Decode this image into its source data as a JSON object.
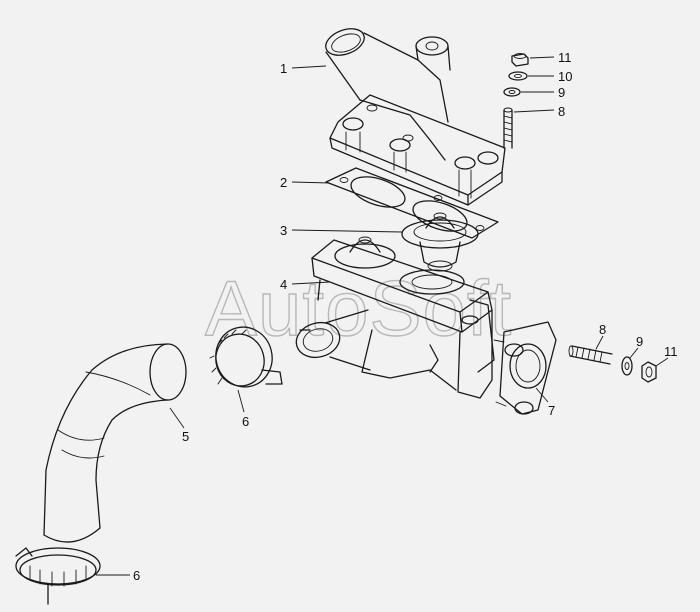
{
  "watermark": "AutoSoft",
  "callouts": [
    {
      "id": "c1",
      "text": "1"
    },
    {
      "id": "c2",
      "text": "2"
    },
    {
      "id": "c3",
      "text": "3"
    },
    {
      "id": "c4",
      "text": "4"
    },
    {
      "id": "c5",
      "text": "5"
    },
    {
      "id": "c6a",
      "text": "6"
    },
    {
      "id": "c6b",
      "text": "6"
    },
    {
      "id": "c7",
      "text": "7"
    },
    {
      "id": "c8a",
      "text": "8"
    },
    {
      "id": "c8b",
      "text": "8"
    },
    {
      "id": "c9a",
      "text": "9"
    },
    {
      "id": "c9b",
      "text": "9"
    },
    {
      "id": "c10",
      "text": "10"
    },
    {
      "id": "c11a",
      "text": "11"
    },
    {
      "id": "c11b",
      "text": "11"
    }
  ]
}
